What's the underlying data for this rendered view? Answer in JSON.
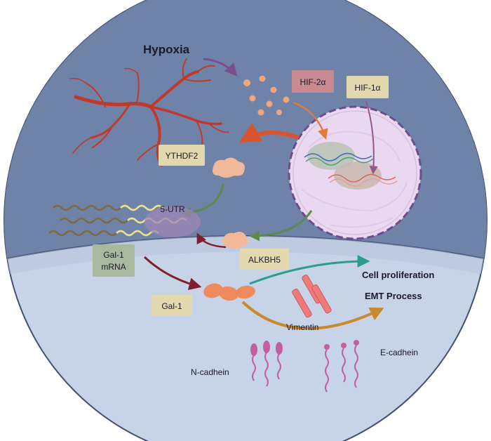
{
  "labels": {
    "hypoxia": "Hypoxia",
    "hif2a": "HIF-2α",
    "hif1a": "HIF-1α",
    "ythdf2": "YTHDF2",
    "utr": "5-UTR",
    "gal1_mrna_line1": "Gal-1",
    "gal1_mrna_line2": "mRNA",
    "alkbh5": "ALKBH5",
    "gal1": "Gal-1",
    "cell_proliferation": "Cell proliferation",
    "emt_process": "EMT Process",
    "vimentin": "Vimentin",
    "e_cadherin": "E-cadhein",
    "n_cadherin": "N-cadhein"
  },
  "colors": {
    "page_background": "#ffffff",
    "cytoplasm": "#6f82a8",
    "outer_cell": "#c7d3e6",
    "cell_outline": "#445070",
    "nucleus": "#ead7f0",
    "nucleus_border": "#6b4d8c",
    "blood_vessel": "#c0392b",
    "hif2a_box": "#c98b90",
    "hif1a_box": "#e4d9ae",
    "ythdf2_box": "#e4d9ae",
    "alkbh5_box": "#e4d9ae",
    "gal1_box": "#e4d9ae",
    "mrna_box": "#a8b9a0",
    "protein_peach": "#f2b89a",
    "gal1_protein": "#ef8a5c",
    "vimentin": "#f07a7a",
    "cadherin": "#c25fa0",
    "arrow_purple": "#7a4e8e",
    "arrow_red": "#d9532f",
    "arrow_orange": "#e07b39",
    "arrow_green": "#5b8a4a",
    "arrow_dark_red": "#7d1f2b",
    "arrow_teal": "#2a9d8f",
    "arrow_gold": "#c98a2c"
  }
}
